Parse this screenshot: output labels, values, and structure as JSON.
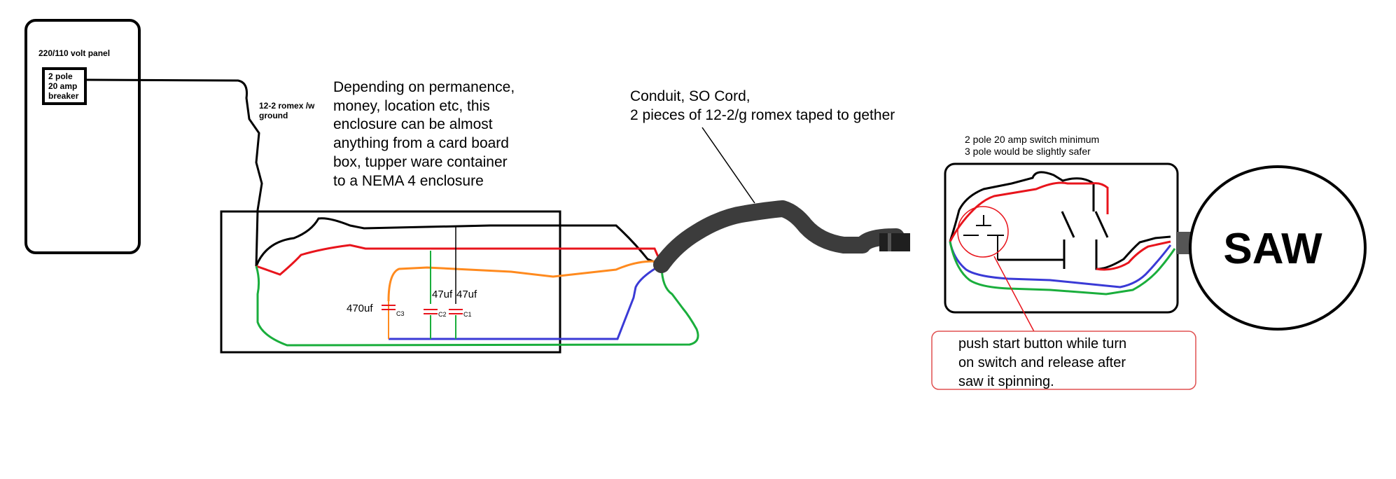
{
  "panel": {
    "title": "220/110 volt panel",
    "breaker_lines": [
      "2 pole",
      "20 amp",
      "breaker"
    ]
  },
  "romex_label": [
    "12-2 romex /w",
    "ground"
  ],
  "enclosure_note": [
    "Depending on permanence,",
    "money, location etc, this",
    "enclosure can be almost",
    "anything from a card board",
    "box, tupper ware container",
    "to a NEMA 4 enclosure"
  ],
  "cord_note": [
    "Conduit, SO Cord,",
    "2 pieces of 12-2/g romex taped to gether"
  ],
  "switch_note": [
    "2 pole 20 amp switch minimum",
    "3 pole would be slightly safer"
  ],
  "capacitors": [
    {
      "value": "470uf",
      "label": "C3"
    },
    {
      "value": "47uf",
      "label": "C2"
    },
    {
      "value": "47uf",
      "label": "C1"
    }
  ],
  "callout": [
    "push start button while turn",
    "on switch and release after",
    "saw it spinning."
  ],
  "saw_label": "SAW",
  "colors": {
    "black": "#000000",
    "red": "#e8141c",
    "orange": "#ff8a1e",
    "green": "#1aae3c",
    "blue": "#3a3ad6",
    "cord": "#3c3c3c",
    "callout_border": "#e05050"
  }
}
